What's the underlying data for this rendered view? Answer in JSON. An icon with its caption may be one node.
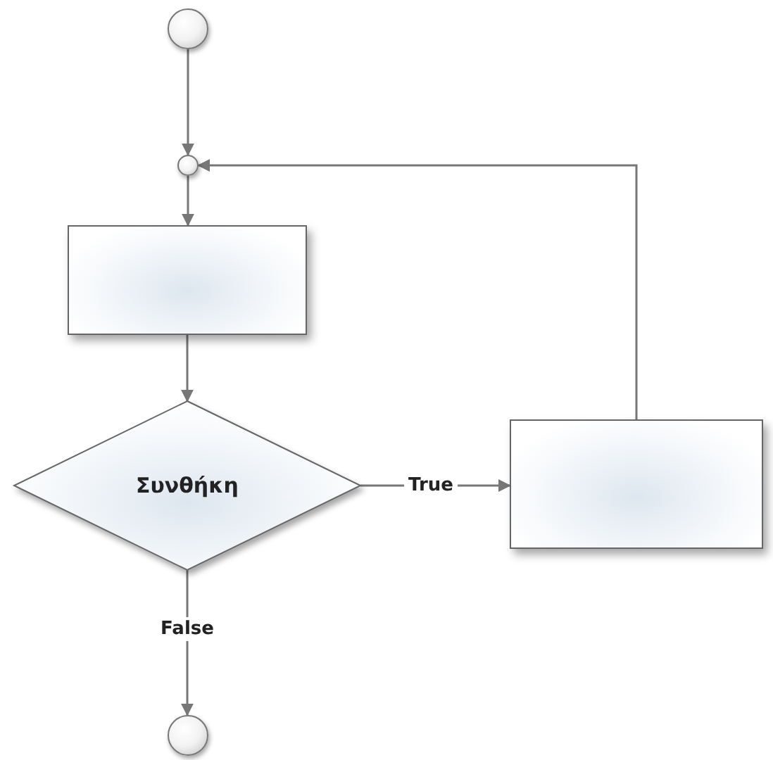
{
  "diagram": {
    "nodes": [
      {
        "text": [],
        "shape": "circle"
      },
      {
        "text": [],
        "shape": "circle"
      },
      {
        "text": [],
        "shape": "box"
      },
      {
        "text": [
          "Συνθήκη"
        ]
      },
      {
        "text": [],
        "shape": "box"
      },
      {
        "text": [],
        "shape": "circle"
      }
    ],
    "edges": [
      {
        "from": 0,
        "to": 1,
        "arrow": "to"
      },
      {
        "from": 1,
        "to": 2,
        "arrow": "to"
      },
      {
        "from": 2,
        "to": 3,
        "arrow": "to"
      },
      {
        "from": 3,
        "to": 4,
        "arrow": "to",
        "label": "True"
      },
      {
        "from": 4,
        "to": 1,
        "arrow": "to"
      },
      {
        "from": 3,
        "to": 5,
        "arrow": "to",
        "label": "False"
      }
    ]
  }
}
